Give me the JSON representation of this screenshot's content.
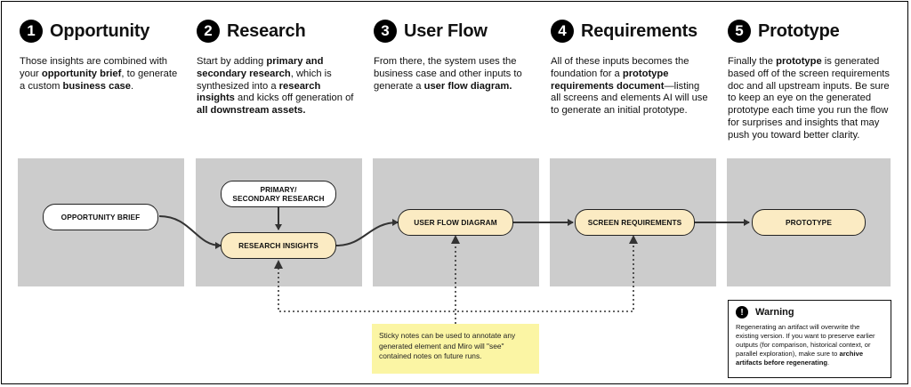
{
  "steps": [
    {
      "number": "1",
      "title": "Opportunity",
      "desc_parts": [
        "Those insights are combined with your ",
        "opportunity brief",
        ", to generate a custom ",
        "business case",
        "."
      ]
    },
    {
      "number": "2",
      "title": "Research",
      "desc_parts": [
        "Start by adding ",
        "primary and secondary research",
        ", which is synthesized into a ",
        "research insights",
        " and kicks off generation of ",
        "all downstream assets."
      ]
    },
    {
      "number": "3",
      "title": "User Flow",
      "desc_parts": [
        "From there, the system uses the business case and other inputs to generate a ",
        "user flow diagram."
      ]
    },
    {
      "number": "4",
      "title": "Requirements",
      "desc_parts": [
        "All of these inputs becomes the foundation for a ",
        "prototype requirements document",
        "—listing all screens and elements AI will use to generate an initial prototype."
      ]
    },
    {
      "number": "5",
      "title": "Prototype",
      "desc_parts": [
        "Finally the ",
        "prototype",
        " is generated based off of the screen requirements doc and all upstream inputs. Be sure to keep an eye on the generated prototype each time you run the flow for surprises and insights that may push you toward better clarity."
      ]
    }
  ],
  "nodes": {
    "opportunity_brief": "OPPORTUNITY BRIEF",
    "primary_secondary_research_line1": "PRIMARY/",
    "primary_secondary_research_line2": "SECONDARY RESEARCH",
    "research_insights": "RESEARCH INSIGHTS",
    "user_flow_diagram": "USER FLOW DIAGRAM",
    "screen_requirements": "SCREEN REQUIREMENTS",
    "prototype": "PROTOTYPE"
  },
  "sticky_note": "Sticky notes can be used to annotate any generated element and Miro will \"see\" contained notes on future runs.",
  "warning": {
    "icon": "exclamation-icon",
    "title": "Warning",
    "text_before": "Regenerating an artifact will overwrite the existing version. If you want to preserve earlier outputs (for comparison, historical context, or parallel exploration), make sure to ",
    "text_bold": "archive artifacts before regenerating",
    "text_after": "."
  },
  "colors": {
    "panel": "#cccccc",
    "node_yellow": "#fbebc3",
    "sticky": "#fbf5a4",
    "line": "#333333"
  }
}
